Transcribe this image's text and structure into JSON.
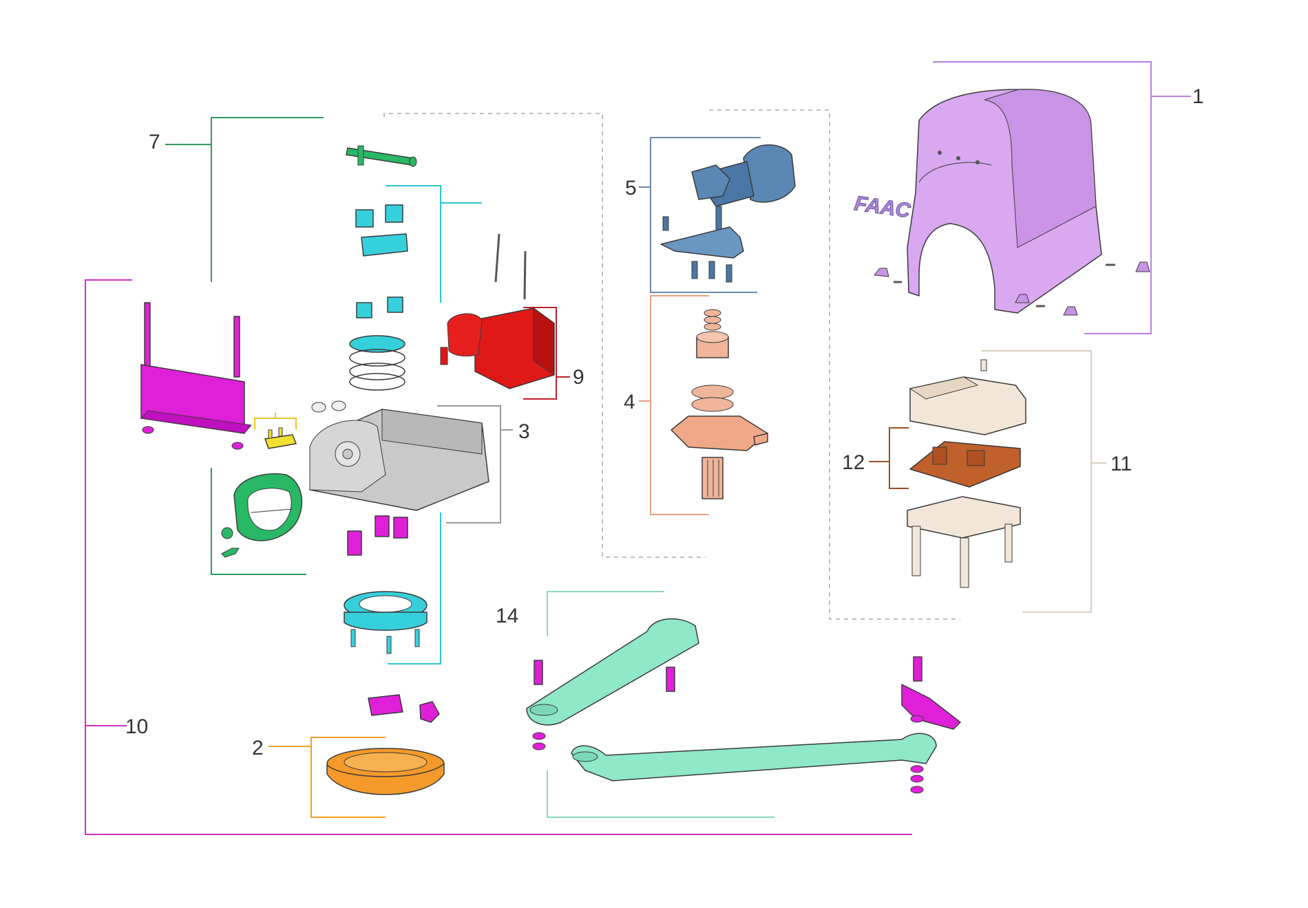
{
  "labels": {
    "l1": "1",
    "l2": "2",
    "l3": "3",
    "l4": "4",
    "l5": "5",
    "l7": "7",
    "l9": "9",
    "l10": "10",
    "l11": "11",
    "l12": "12",
    "l14": "14"
  },
  "brand": "FAAC",
  "colors": {
    "cover": "#d9a8f0",
    "cover_bracket": "#b97fe0",
    "base_box": "#c9c9c9",
    "base_bracket": "#9a9a9a",
    "motor": "#5b87b5",
    "motor_bracket": "#6a88a8",
    "gear": "#f0b59a",
    "gear_bracket": "#e8a07a",
    "green_part": "#29b866",
    "green_bracket": "#2e9a5e",
    "cyan_part": "#36d0dc",
    "cyan_bracket": "#29c4d4",
    "red_part": "#e01818",
    "red_bracket": "#c0202a",
    "magenta_part": "#e020d8",
    "magenta_bracket": "#cc30c0",
    "orange_part": "#f59a2a",
    "orange_bracket": "#f0a020",
    "yellow_part": "#f2e030",
    "board": "#c0602a",
    "board_bracket": "#9a5020",
    "housing": "#f2e6d8",
    "housing_bracket": "#d8d0c0",
    "arm": "#8fe8c8",
    "arm_bracket": "#8ad8c0",
    "dashed": "#a0a0a0"
  }
}
